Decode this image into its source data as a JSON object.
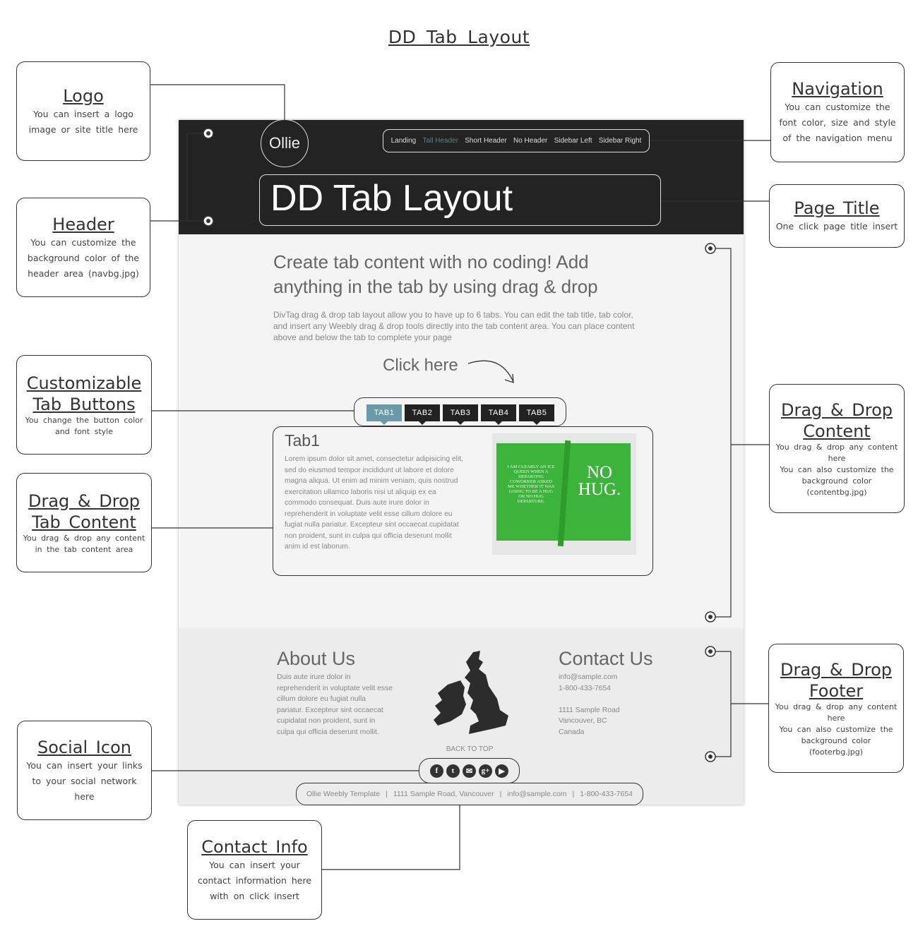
{
  "title": "DD Tab Layout",
  "template": {
    "logo": "Ollie",
    "nav": [
      "Landing",
      "Tall Header",
      "Short Header",
      "No Header",
      "Sidebar Left",
      "Sidebar Right"
    ],
    "nav_active": "Tall Header",
    "page_title": "DD Tab Layout",
    "headline": "Create tab content with no coding! Add anything in the tab by using drag & drop",
    "intro": "DivTag drag & drop tab layout allow you to have up to 6 tabs. You can edit the tab title, tab color, and insert any Weebly drag & drop tools directly into the tab content area. You can place content above and below the tab to complete your page",
    "click_here": "Click here",
    "tabs": [
      "TAB1",
      "TAB2",
      "TAB3",
      "TAB4",
      "TAB5"
    ],
    "tab_title": "Tab1",
    "tab_text": "Lorem ipsum dolor sit amet, consectetur adipisicing elit, sed do eiusmod tempor incididunt ut labore et dolore magna aliqua. Ut enim ad minim veniam, quis nostrud exercitation ullamco laboris nisi ut aliquip ex ea commodo consequat. Duis aute irure dolor in reprehenderit in voluptate velit esse cillum dolore eu fugiat nulla pariatur. Excepteur sint occaecat cupidatat non proident, sunt in culpa qui officia deserunt mollit anim id est laborum.",
    "book_left": "I AM CLEARLY AN ICE QUEEN WHEN A DEPARTING COWORKER ASKED ME WHETHER IT WAS GOING TO BE A HUG OR NO HUG DEPARTURE.",
    "book_right": "NO HUG.",
    "about_title": "About Us",
    "about_text": "Duis aute irure dolor in reprehenderit in voluptate velit esse cillum dolore eu fugiat nulla pariatur. Excepteur sint occaecat cupidatat non proident, sunt in culpa qui officia deserunt mollit.",
    "contact_title": "Contact Us",
    "contact_lines": [
      "info@sample.com",
      "1-800-433-7654",
      "",
      "1111 Sample Road",
      "Vancouver, BC",
      "Canada"
    ],
    "back_to_top": "BACK TO TOP",
    "social": [
      {
        "icon": "facebook-icon",
        "glyph": "f"
      },
      {
        "icon": "twitter-icon",
        "glyph": "t"
      },
      {
        "icon": "email-icon",
        "glyph": "✉"
      },
      {
        "icon": "google-plus-icon",
        "glyph": "g+"
      },
      {
        "icon": "youtube-icon",
        "glyph": "▶"
      }
    ],
    "contact_bar": [
      "Ollie Weebly Template",
      "1111 Sample Road, Vancouver",
      "info@sample.com",
      "1-800-433-7654"
    ],
    "tab_active_color": "#6a9aa8",
    "header_color": "#232323"
  },
  "annotations": {
    "logo": {
      "title": "Logo",
      "desc": "You can insert a logo image or site title here"
    },
    "header": {
      "title": "Header",
      "desc": "You can customize the background color of the header area (navbg.jpg)"
    },
    "tab_buttons": {
      "title1": "Customizable",
      "title2": "Tab Buttons",
      "desc": "You change the button color and font style"
    },
    "tab_content": {
      "title1": "Drag & Drop",
      "title2": "Tab Content",
      "desc": "You drag & drop any content in the tab content area"
    },
    "social": {
      "title": "Social Icon",
      "desc": "You can insert your links to your social network here"
    },
    "contact": {
      "title": "Contact Info",
      "desc": "You can insert your contact information here with on click insert"
    },
    "navigation": {
      "title": "Navigation",
      "desc": "You can customize the font color, size and style of the navigation menu"
    },
    "page_title": {
      "title": "Page Title",
      "desc": "One click page title insert"
    },
    "content": {
      "title1": "Drag & Drop",
      "title2": "Content",
      "desc1": "You drag & drop any content here",
      "desc2": "You can also customize the background color",
      "desc3": "(contentbg.jpg)"
    },
    "footer": {
      "title1": "Drag & Drop",
      "title2": "Footer",
      "desc1": "You drag & drop any content here",
      "desc2": "You can also customize the background color",
      "desc3": "(footerbg.jpg)"
    }
  }
}
